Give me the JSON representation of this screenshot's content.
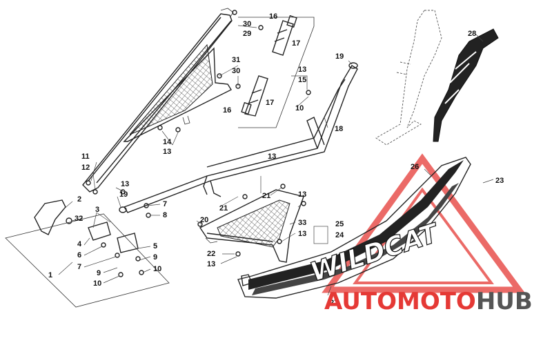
{
  "labels": [
    {
      "id": "1",
      "text": "1"
    },
    {
      "id": "2",
      "text": "2"
    },
    {
      "id": "3",
      "text": "3"
    },
    {
      "id": "4",
      "text": "4"
    },
    {
      "id": "5",
      "text": "5"
    },
    {
      "id": "6",
      "text": "6"
    },
    {
      "id": "7a",
      "text": "7"
    },
    {
      "id": "7b",
      "text": "7"
    },
    {
      "id": "8",
      "text": "8"
    },
    {
      "id": "9a",
      "text": "9"
    },
    {
      "id": "9b",
      "text": "9"
    },
    {
      "id": "10a",
      "text": "10"
    },
    {
      "id": "10b",
      "text": "10"
    },
    {
      "id": "10c",
      "text": "10"
    },
    {
      "id": "11",
      "text": "11"
    },
    {
      "id": "12",
      "text": "12"
    },
    {
      "id": "13a",
      "text": "13"
    },
    {
      "id": "13b",
      "text": "13"
    },
    {
      "id": "13c",
      "text": "13"
    },
    {
      "id": "13d",
      "text": "13"
    },
    {
      "id": "13e",
      "text": "13"
    },
    {
      "id": "13f",
      "text": "13"
    },
    {
      "id": "13g",
      "text": "13"
    },
    {
      "id": "14",
      "text": "14"
    },
    {
      "id": "15",
      "text": "15"
    },
    {
      "id": "16a",
      "text": "16"
    },
    {
      "id": "16b",
      "text": "16"
    },
    {
      "id": "17a",
      "text": "17"
    },
    {
      "id": "17b",
      "text": "17"
    },
    {
      "id": "18",
      "text": "18"
    },
    {
      "id": "19a",
      "text": "19"
    },
    {
      "id": "19b",
      "text": "19"
    },
    {
      "id": "20",
      "text": "20"
    },
    {
      "id": "21a",
      "text": "21"
    },
    {
      "id": "21b",
      "text": "21"
    },
    {
      "id": "22",
      "text": "22"
    },
    {
      "id": "23",
      "text": "23"
    },
    {
      "id": "24",
      "text": "24"
    },
    {
      "id": "25",
      "text": "25"
    },
    {
      "id": "26",
      "text": "26"
    },
    {
      "id": "27",
      "text": "27"
    },
    {
      "id": "28",
      "text": "28"
    },
    {
      "id": "29",
      "text": "29"
    },
    {
      "id": "30a",
      "text": "30"
    },
    {
      "id": "30b",
      "text": "30"
    },
    {
      "id": "31",
      "text": "31"
    },
    {
      "id": "32",
      "text": "32"
    },
    {
      "id": "33",
      "text": "33"
    }
  ],
  "watermark": {
    "part1": "AUTO",
    "part2": "MOTO",
    "part3": "HUB",
    "color_red": "#e53935",
    "color_grey": "#555555"
  },
  "decal_text": "WILDCAT"
}
